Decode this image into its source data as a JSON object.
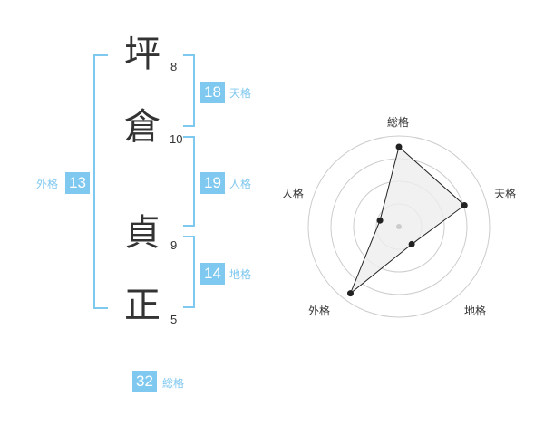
{
  "name": {
    "chars": [
      {
        "char": "坪",
        "strokes": "8"
      },
      {
        "char": "倉",
        "strokes": "10"
      },
      {
        "char": "貞",
        "strokes": "9"
      },
      {
        "char": "正",
        "strokes": "5"
      }
    ]
  },
  "fortunes": {
    "tenkaku": {
      "label": "天格",
      "value": "18"
    },
    "jinkaku": {
      "label": "人格",
      "value": "19"
    },
    "chikaku": {
      "label": "地格",
      "value": "14"
    },
    "gaikaku": {
      "label": "外格",
      "value": "13"
    },
    "soukaku": {
      "label": "総格",
      "value": "32"
    }
  },
  "colors": {
    "accent": "#7fc8f0",
    "text": "#333333",
    "grid": "#cccccc",
    "fill": "#eeeeee"
  },
  "chart_data": {
    "type": "radar",
    "axes": [
      "総格",
      "天格",
      "地格",
      "外格",
      "人格"
    ],
    "values": [
      0.88,
      0.76,
      0.24,
      0.91,
      0.22
    ],
    "rings": 4,
    "grid": true
  }
}
